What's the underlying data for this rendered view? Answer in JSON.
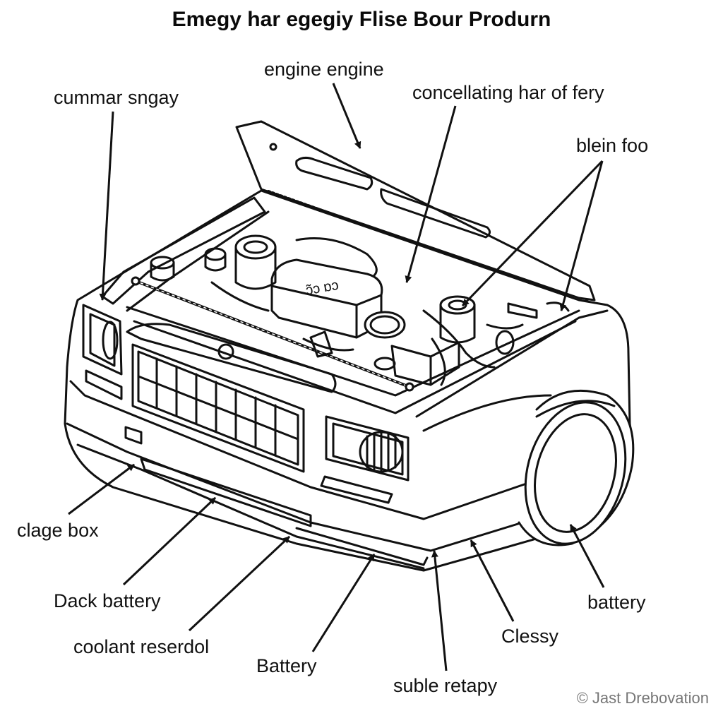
{
  "title": "Emegy har egegiy Flise Bour Produrn",
  "watermark": "© Jast Drebovation",
  "engine_cover_text": "ɔ̃ɔ ɒɔ",
  "colors": {
    "ink": "#111111",
    "background": "#ffffff",
    "watermark": "#777777"
  },
  "labels": {
    "engine_engine": "engine engine",
    "cummar_sngay": "cummar sngay",
    "concellating": "concellating har of fery",
    "blein_foo": "blein foo",
    "clage_box": "clage box",
    "dack_battery": "Dack battery",
    "coolant_reserdol": "coolant reserdol",
    "battery_bottom": "Battery",
    "suble_retapy": "suble retapy",
    "clessy": "Clessy",
    "battery_right": "battery"
  }
}
